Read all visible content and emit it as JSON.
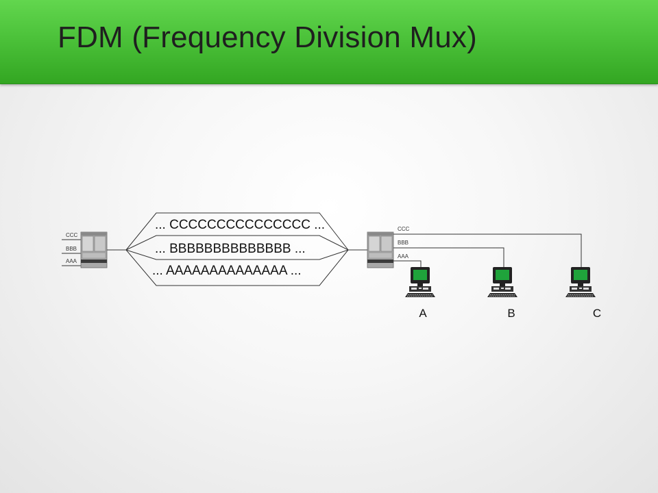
{
  "slide": {
    "title": "FDM (Frequency Division Mux)"
  },
  "diagram": {
    "left_mux": {
      "channels": [
        "CCC",
        "BBB",
        "AAA"
      ]
    },
    "right_mux": {
      "channels": [
        "CCC",
        "BBB",
        "AAA"
      ]
    },
    "link": {
      "streams": [
        {
          "text": "...  CCCCCCCCCCCCCCC   ..."
        },
        {
          "text": "...  BBBBBBBBBBBBBB  ..."
        },
        {
          "text": "...  AAAAAAAAAAAAAA ..."
        }
      ]
    },
    "hosts": [
      {
        "label": "A"
      },
      {
        "label": "B"
      },
      {
        "label": "C"
      }
    ]
  }
}
